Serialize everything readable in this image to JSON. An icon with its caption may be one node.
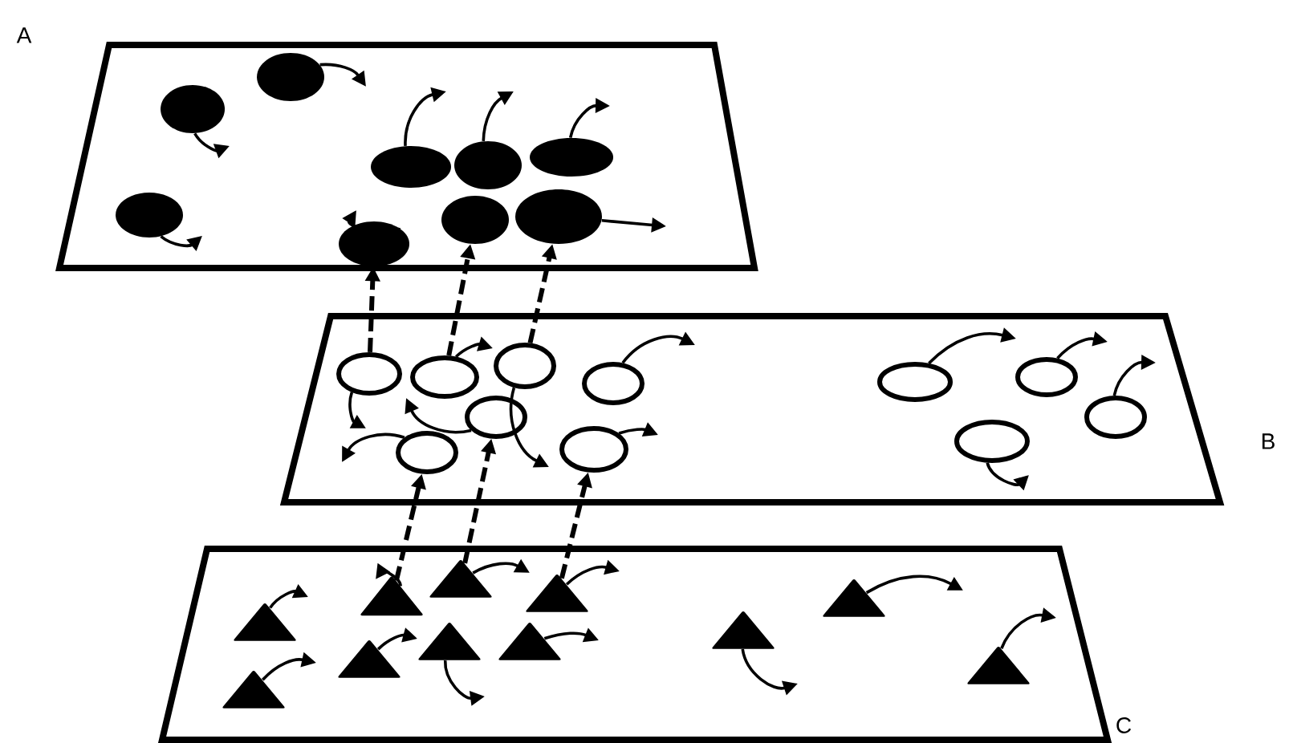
{
  "diagram": {
    "nodes": [
      {
        "text": [
          "A"
        ]
      },
      {
        "text": [],
        "shape": "ellipse",
        "in": 0
      },
      {
        "text": [],
        "shape": "ellipse",
        "in": 0
      },
      {
        "text": [],
        "shape": "ellipse",
        "in": 0
      },
      {
        "text": [],
        "shape": "ellipse",
        "in": 0
      },
      {
        "text": [],
        "shape": "ellipse",
        "in": 0
      },
      {
        "text": [],
        "shape": "ellipse",
        "in": 0
      },
      {
        "text": [],
        "shape": "ellipse",
        "in": 0
      },
      {
        "text": [],
        "shape": "ellipse",
        "in": 0
      },
      {
        "text": [],
        "shape": "ellipse",
        "in": 0
      },
      {
        "text": [
          "B"
        ]
      },
      {
        "text": [],
        "shape": "ellipse",
        "in": 10
      },
      {
        "text": [],
        "shape": "ellipse",
        "in": 10
      },
      {
        "text": [],
        "shape": "ellipse",
        "in": 10
      },
      {
        "text": [],
        "shape": "ellipse",
        "in": 10
      },
      {
        "text": [],
        "shape": "ellipse",
        "in": 10
      },
      {
        "text": [],
        "shape": "ellipse",
        "in": 10
      },
      {
        "text": [],
        "shape": "ellipse",
        "in": 10
      },
      {
        "text": [],
        "shape": "ellipse",
        "in": 10
      },
      {
        "text": [],
        "shape": "ellipse",
        "in": 10
      },
      {
        "text": [],
        "shape": "ellipse",
        "in": 10
      },
      {
        "text": [],
        "shape": "ellipse",
        "in": 10
      },
      {
        "text": [
          "C"
        ]
      },
      {
        "text": [],
        "shape": "triangle",
        "in": 22
      },
      {
        "text": [],
        "shape": "triangle",
        "in": 22
      },
      {
        "text": [],
        "shape": "triangle",
        "in": 22
      },
      {
        "text": [],
        "shape": "triangle",
        "in": 22
      },
      {
        "text": [],
        "shape": "triangle",
        "in": 22
      },
      {
        "text": [],
        "shape": "triangle",
        "in": 22
      },
      {
        "text": [],
        "shape": "triangle",
        "in": 22
      },
      {
        "text": [],
        "shape": "triangle",
        "in": 22
      },
      {
        "text": [],
        "shape": "triangle",
        "in": 22
      },
      {
        "text": [],
        "shape": "triangle",
        "in": 22
      },
      {
        "text": [],
        "shape": "triangle",
        "in": 22
      }
    ],
    "edges": [
      {
        "from": 11,
        "to": 7,
        "arrow": "to",
        "style": "dashed"
      },
      {
        "from": 12,
        "to": 8,
        "arrow": "to",
        "style": "dashed"
      },
      {
        "from": 13,
        "to": 9,
        "arrow": "to",
        "style": "dashed"
      },
      {
        "from": 25,
        "to": 16,
        "arrow": "to",
        "style": "dashed"
      },
      {
        "from": 26,
        "to": 15,
        "arrow": "to",
        "style": "dashed"
      },
      {
        "from": 27,
        "to": 17,
        "arrow": "to",
        "style": "dashed"
      }
    ]
  }
}
